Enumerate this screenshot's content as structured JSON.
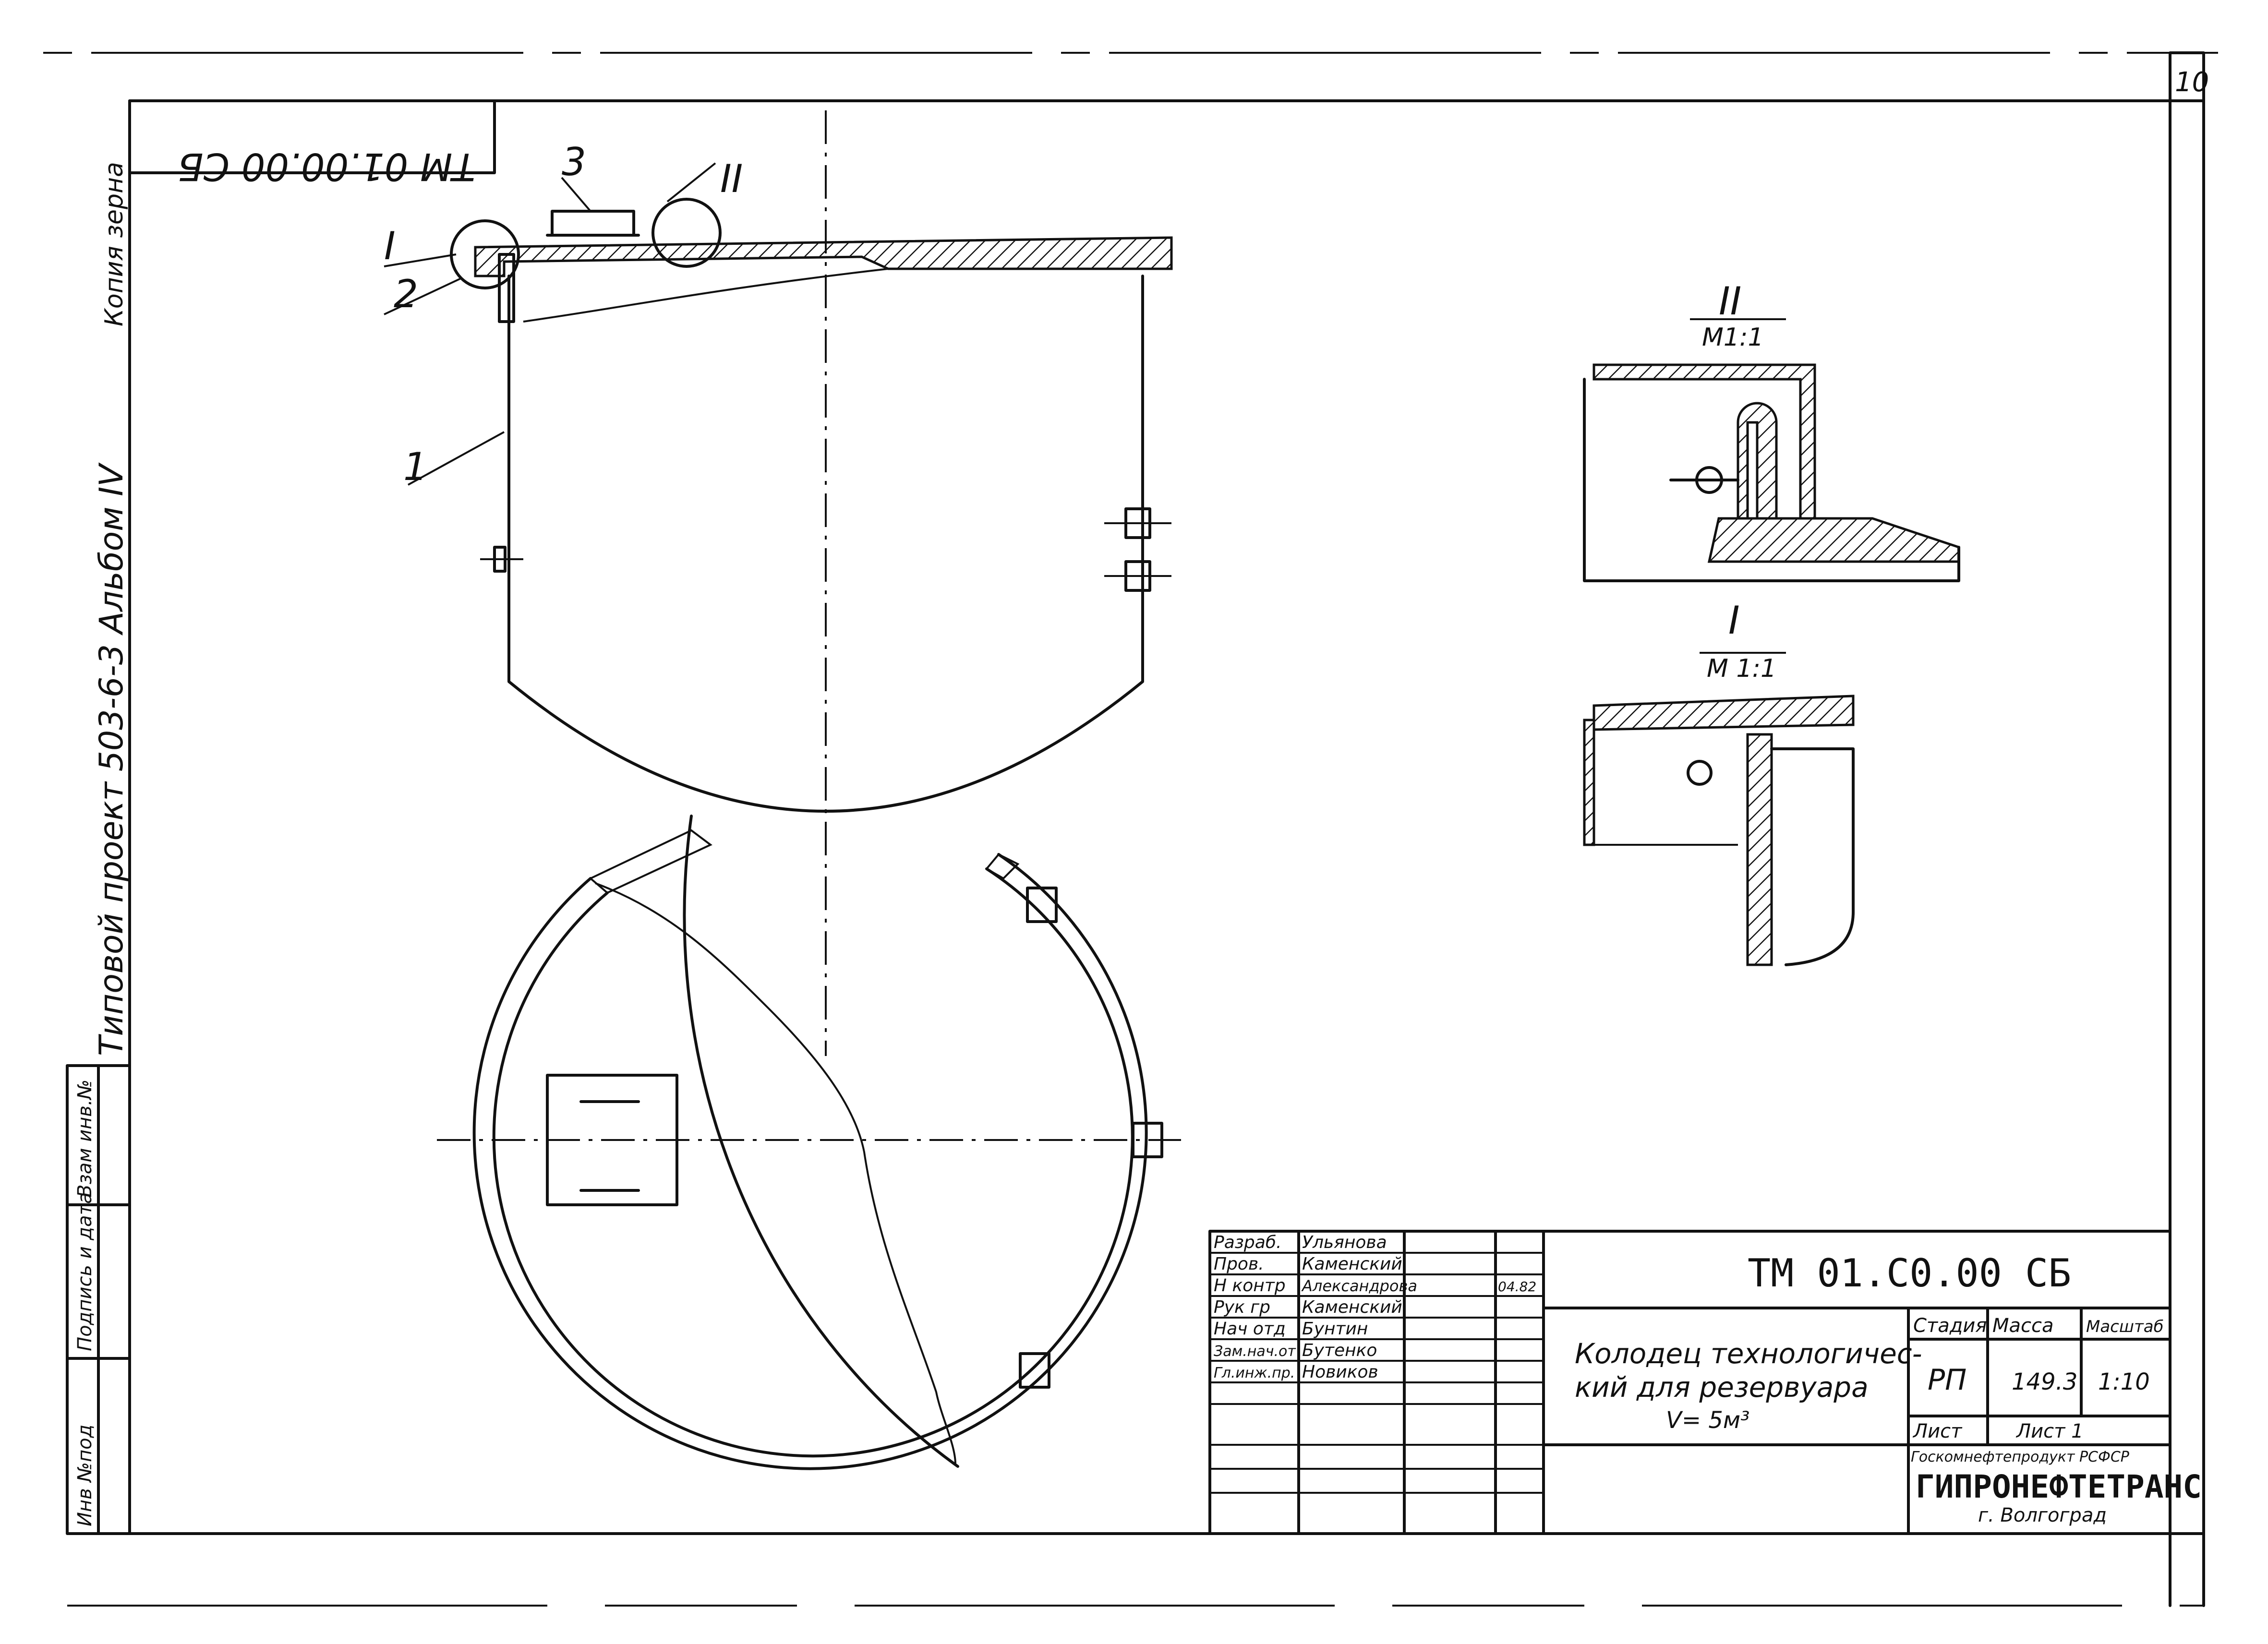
{
  "sheet": {
    "page_number": "10"
  },
  "stamp_rotated": {
    "code": "ТМ 01.00.00 СБ"
  },
  "album_text": {
    "title_line": "Типовой   проект   503-6-3  Альбом  IV",
    "copy_line": "Копия  зерна"
  },
  "left_strip": {
    "cells": [
      "Инв №под",
      "Подпись и дата",
      "Взам инв.№"
    ]
  },
  "drawing": {
    "labels": {
      "part1": "1",
      "part2": "2",
      "part3": "3",
      "mark_I": "I",
      "mark_II": "II"
    },
    "details": {
      "detail_II": {
        "mark": "II",
        "scale": "М1:1"
      },
      "detail_I": {
        "mark": "I",
        "scale": "М 1:1"
      }
    }
  },
  "title_block": {
    "document_code": "ТМ 01.С0.00 СБ",
    "description_lines": [
      "Колодец технологичес-",
      "кий  для  резервуара",
      "V= 5м³"
    ],
    "roles": [
      {
        "role": "Разраб.",
        "name": "Ульянова",
        "date": ""
      },
      {
        "role": "Пров.",
        "name": "Каменский",
        "date": ""
      },
      {
        "role": "Н контр",
        "name": "Александрова",
        "date": "04.82"
      },
      {
        "role": "Рук гр",
        "name": "Каменский",
        "date": ""
      },
      {
        "role": "Нач отд",
        "name": "Бунтин",
        "date": ""
      },
      {
        "role": "Зам.нач.от",
        "name": "Бутенко",
        "date": ""
      },
      {
        "role": "Гл.инж.пр.",
        "name": "Новиков",
        "date": ""
      }
    ],
    "stage_header": "Стадия",
    "mass_header": "Масса",
    "scale_header": "Масштаб",
    "stage_value": "РП",
    "mass_value": "149.3",
    "scale_value": "1:10",
    "sheet_label": "Лист",
    "sheets_label": "Лист 1",
    "org_line1": "Госкомнефтепродукт РСФСР",
    "org_name": "ГИПРОНЕФТЕТРАНС",
    "org_city": "г. Волгоград"
  }
}
